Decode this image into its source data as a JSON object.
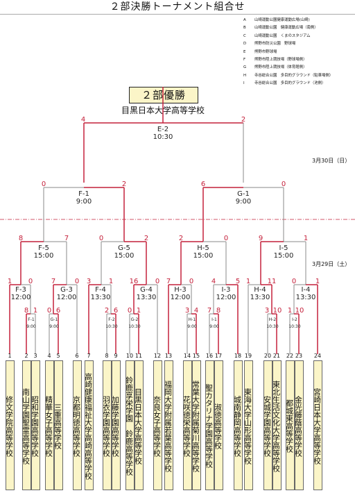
{
  "title": "２部決勝トーナメント組合せ",
  "legend": [
    {
      "key": "A",
      "venue": "山崎運動公園健康運動広場(山崎)"
    },
    {
      "key": "B",
      "venue": "山崎運動公園　健康運動広場（南側）"
    },
    {
      "key": "C",
      "venue": "山崎運動公園　くまのスタジアム"
    },
    {
      "key": "D",
      "venue": "熊野市防災公園　野球場"
    },
    {
      "key": "E",
      "venue": "熊野市野球場"
    },
    {
      "key": "F",
      "venue": "熊野市陸上競技場（野球場側）"
    },
    {
      "key": "G",
      "venue": "熊野市陸上競技場（体育館側）"
    },
    {
      "key": "H",
      "venue": "寺谷総合公園　多目的グラウンド（駐車場側）"
    },
    {
      "key": "I",
      "venue": "寺谷総合公園　多目的グラウンド（池側）"
    }
  ],
  "champion": {
    "label": "２部優勝",
    "school": "目黒日本大学高等学校"
  },
  "dates": {
    "final": "3月30日（日）",
    "early": "3月29日（土）"
  },
  "matches": {
    "E2": {
      "code": "E-2",
      "time": "10:30",
      "left": "4",
      "right": "2"
    },
    "F1": {
      "code": "F-1",
      "time": "9:00",
      "left": "0",
      "right": "2"
    },
    "G1": {
      "code": "G-1",
      "time": "9:00",
      "left": "6",
      "right": "0"
    },
    "F5": {
      "code": "F-5",
      "time": "15:00",
      "left": "8",
      "right": "7"
    },
    "G5": {
      "code": "G-5",
      "time": "15:00",
      "left": "0",
      "right": "2"
    },
    "H5": {
      "code": "H-5",
      "time": "15:00",
      "left": "2",
      "right": "0"
    },
    "I5": {
      "code": "I-5",
      "time": "15:00",
      "left": "9",
      "right": "1"
    },
    "F3": {
      "code": "F-3",
      "time": "12:00",
      "left": "1",
      "right": "0"
    },
    "G3": {
      "code": "G-3",
      "time": "12:00",
      "left": "7",
      "right": "0"
    },
    "F4": {
      "code": "F-4",
      "time": "13:30",
      "left": "3",
      "right": "1"
    },
    "G4": {
      "code": "G-4",
      "time": "13:30",
      "left": "16",
      "right": "0"
    },
    "H3": {
      "code": "H-3",
      "time": "12:00",
      "left": "7",
      "right": "0"
    },
    "I3": {
      "code": "I-3",
      "time": "12:00",
      "left": "4",
      "right": "5"
    },
    "H4": {
      "code": "H-4",
      "time": "13:30",
      "left": "1",
      "right": "11"
    },
    "I4": {
      "code": "I-4",
      "time": "13:30",
      "left": "0",
      "right": "1"
    },
    "F1s": {
      "code": "F-1",
      "time": "9:00",
      "left": "8",
      "right": "1"
    },
    "G1s": {
      "code": "G-1",
      "time": "9:00",
      "left": "0",
      "right": "6"
    },
    "F2s": {
      "code": "F-2",
      "time": "10:30",
      "left": "2",
      "right": "6"
    },
    "G2s": {
      "code": "G-2",
      "time": "10:30",
      "left": "0",
      "right": "1"
    },
    "H1s": {
      "code": "H-1",
      "time": "9:00",
      "left": "3",
      "right": "4"
    },
    "I1s": {
      "code": "I-1",
      "time": "9:00",
      "left": "7",
      "right": "8"
    },
    "H2s": {
      "code": "H-2",
      "time": "10:30",
      "left": "3",
      "right": "10"
    },
    "I2s": {
      "code": "I-2",
      "time": "10:30",
      "left": "1",
      "right": "10"
    }
  },
  "teams": [
    {
      "num": "1",
      "name": "修文学院高等学校"
    },
    {
      "num": "2",
      "name": "南山学園聖霊高等学校"
    },
    {
      "num": "3",
      "name": "昭和学園高等学校"
    },
    {
      "num": "4",
      "name": "精華女子高等学校"
    },
    {
      "num": "5",
      "name": "三重高等学校"
    },
    {
      "num": "6",
      "name": "京都明徳高等学校"
    },
    {
      "num": "7",
      "name": "高崎健康福祉大学高崎高等学校"
    },
    {
      "num": "8",
      "name": "羽衣学園高等学校"
    },
    {
      "num": "9",
      "name": "加藤学園高等学校"
    },
    {
      "num": "10",
      "name": "鈴鹿享栄学園　鈴鹿高等学校"
    },
    {
      "num": "11",
      "name": "目黒日本大学高等学校"
    },
    {
      "num": "12",
      "name": "奈良女子高等学校"
    },
    {
      "num": "13",
      "name": "福岡大学附属若葉高等学校"
    },
    {
      "num": "14",
      "name": "花咲徳栄高等学校"
    },
    {
      "num": "15",
      "name": "常葉大学附属菊川高等学校"
    },
    {
      "num": "16",
      "name": "聖カタリナ学園高等学校"
    },
    {
      "num": "17",
      "name": "淑徳高等学校"
    },
    {
      "num": "18",
      "name": "城南静岡高等学校"
    },
    {
      "num": "19",
      "name": "東海大学山形高等学校"
    },
    {
      "num": "20",
      "name": "安城学園高等学校"
    },
    {
      "num": "21",
      "name": "東北生活文化大学高等学校"
    },
    {
      "num": "22",
      "name": "都城東高等学校"
    },
    {
      "num": "23",
      "name": "金光藤蔭高等学校"
    },
    {
      "num": "24",
      "name": "宮崎日本大学高等学校"
    }
  ]
}
